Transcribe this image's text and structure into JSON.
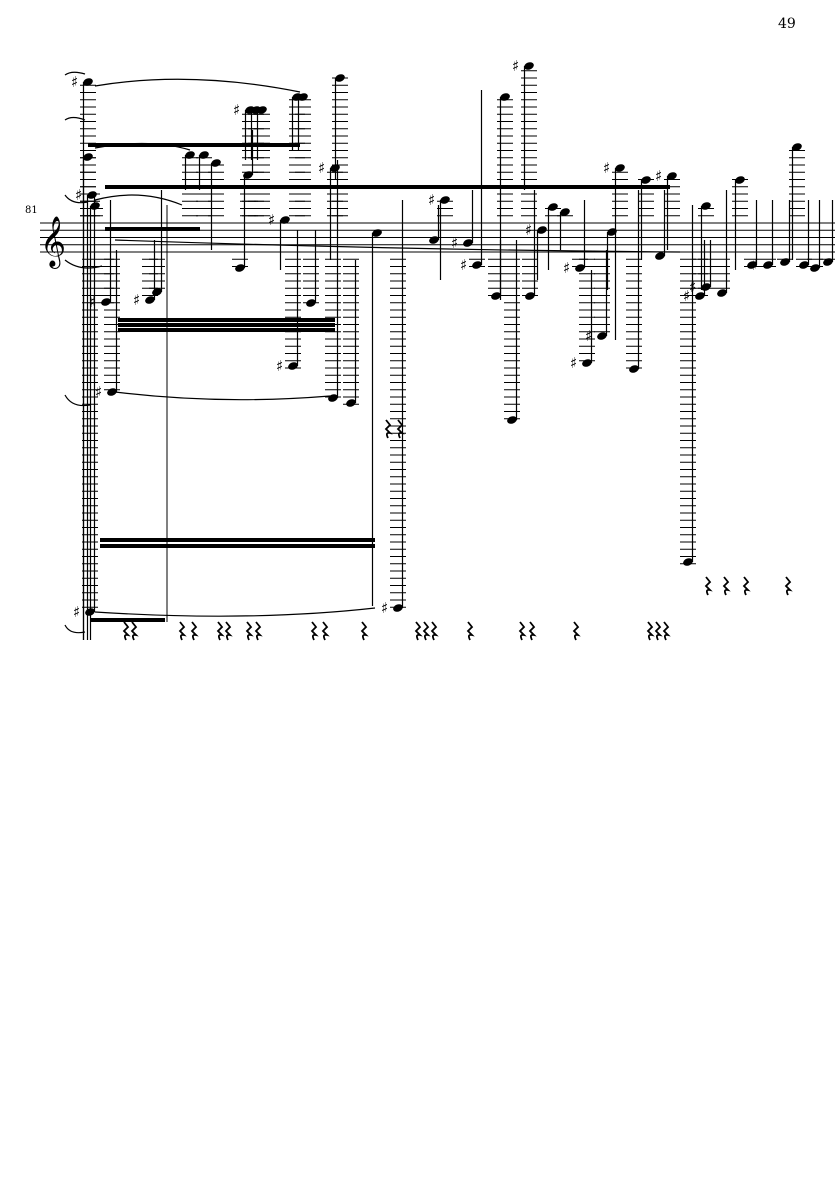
{
  "page": {
    "number": "49"
  },
  "score": {
    "measure_number": "81",
    "clef": "treble",
    "ink_color": "#000000"
  }
}
